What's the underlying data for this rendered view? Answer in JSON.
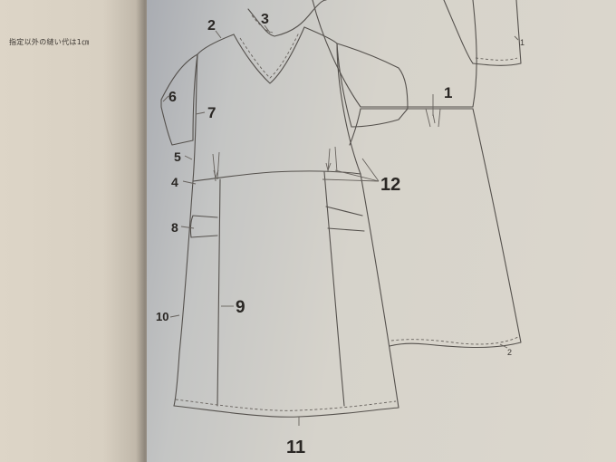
{
  "page_note": "指定以外の縫い代は1㎝",
  "front_labels": {
    "l2": "2",
    "l3": "3",
    "l4": "4",
    "l5": "5",
    "l6": "6",
    "l7": "7",
    "l8": "8",
    "l9": "9",
    "l10": "10",
    "l11": "11",
    "l12": "12"
  },
  "back_labels": {
    "l1_large": "1",
    "l1_small": "1",
    "l2_small": "2"
  }
}
